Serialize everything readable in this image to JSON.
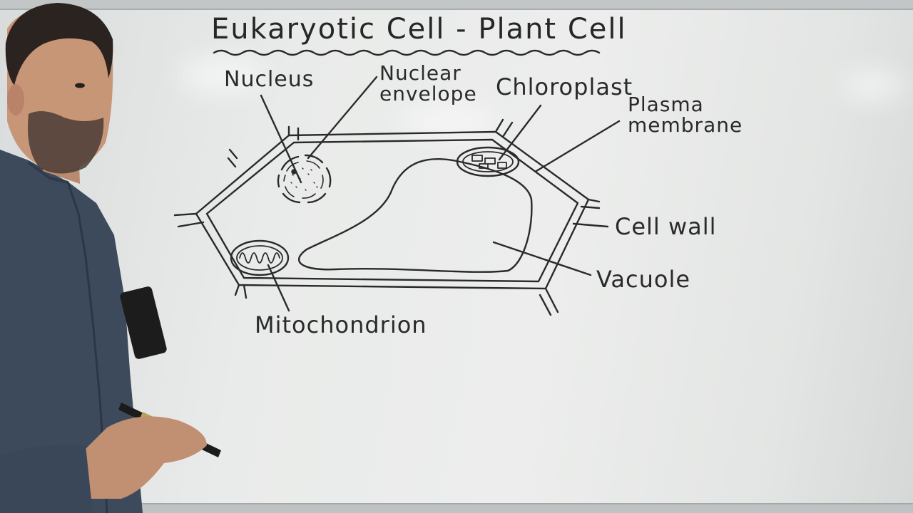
{
  "title": "Eukaryotic Cell - Plant Cell",
  "labels": {
    "nucleus": "Nucleus",
    "nuclear_envelope": "Nuclear\nenvelope",
    "chloroplast": "Chloroplast",
    "plasma_membrane": "Plasma\nmembrane",
    "cell_wall": "Cell wall",
    "vacuole": "Vacuole",
    "mitochondrion": "Mitochondrion"
  },
  "colors": {
    "ink": "#2a2a2a",
    "board": "#ecedec",
    "shirt": "#3c4a5c"
  }
}
